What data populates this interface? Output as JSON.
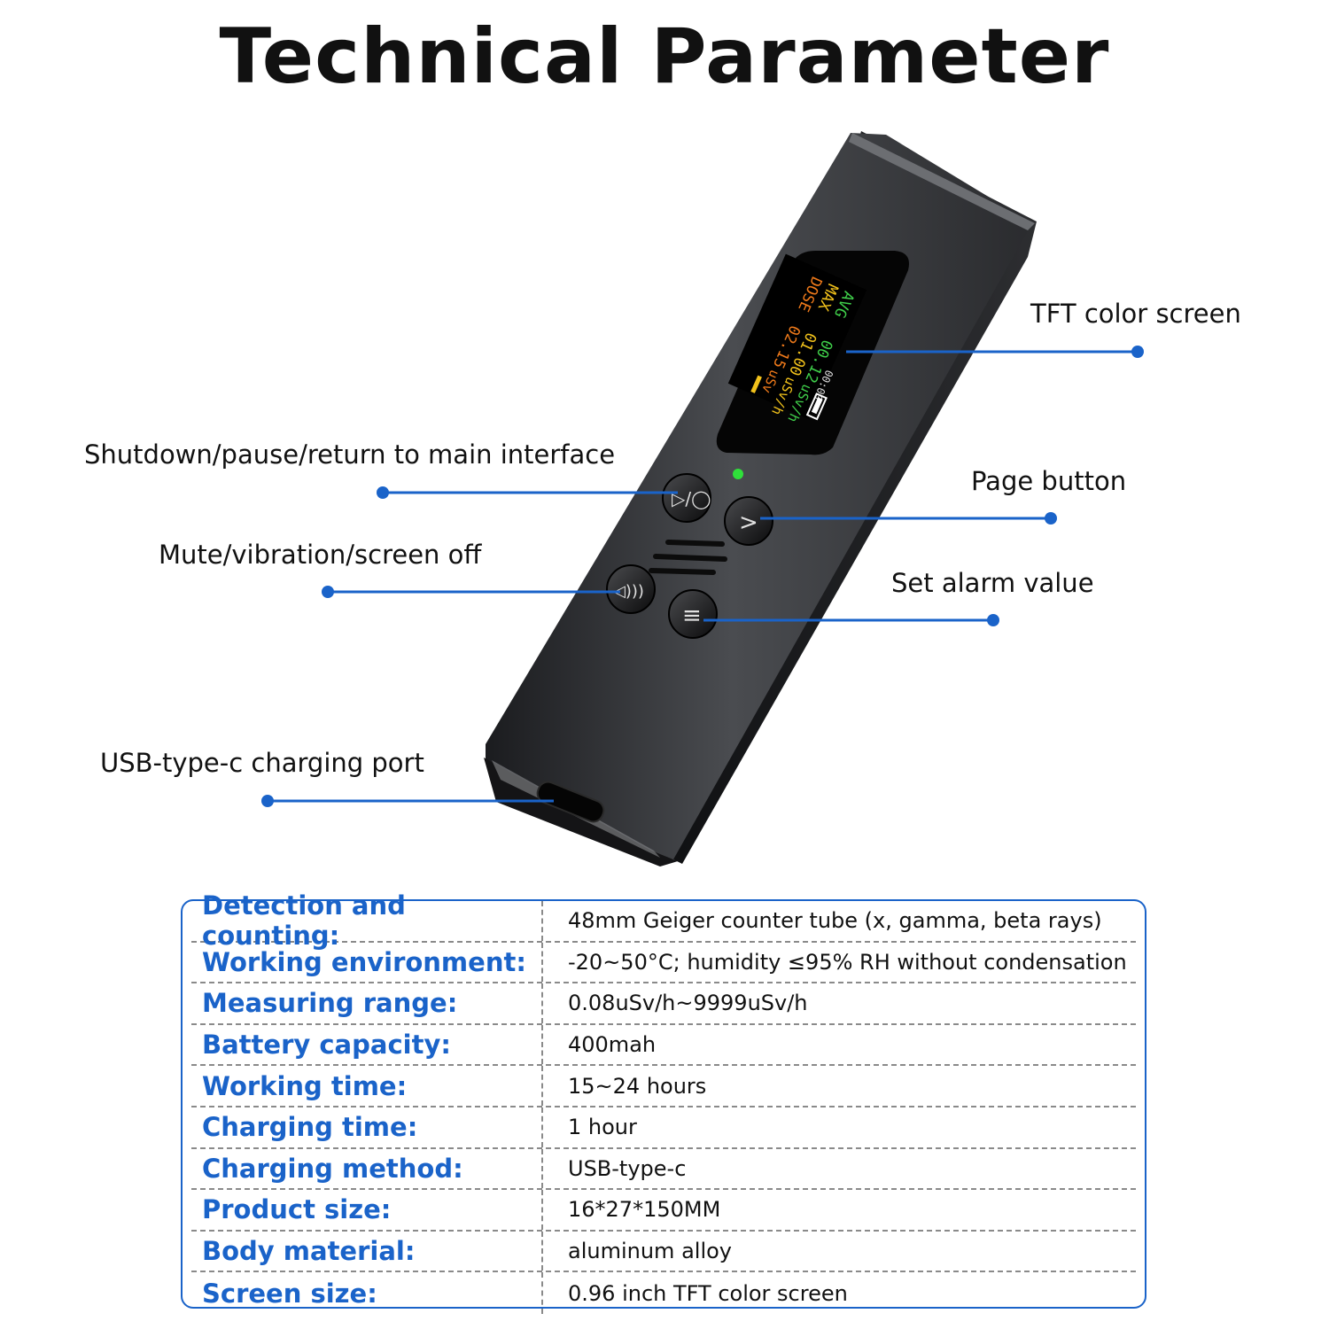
{
  "title": "Technical Parameter",
  "callouts": {
    "tft_screen": "TFT color screen",
    "shutdown": "Shutdown/pause/return to main interface",
    "page_button": "Page button",
    "mute": "Mute/vibration/screen off",
    "alarm": "Set alarm value",
    "usb": "USB-type-c charging port"
  },
  "device_screen": {
    "avg_label": "AVG",
    "avg_value": "00.12",
    "avg_unit": "uSv/h",
    "max_label": "MAX",
    "max_value": "01.00",
    "max_unit": "uSv/h",
    "dose_label": "DOSE",
    "dose_value": "02.15",
    "dose_unit": "uSv",
    "timer": "00:00"
  },
  "colors": {
    "accent": "#1a63c9",
    "avg": "#3fcf4a",
    "max": "#f2c21b",
    "dose": "#f07a1a",
    "led": "#2fe03a"
  },
  "specs": [
    {
      "label": "Detection and counting:",
      "value": "48mm Geiger counter tube (x, gamma, beta rays)"
    },
    {
      "label": "Working environment:",
      "value": "-20~50°C; humidity ≤95% RH without condensation"
    },
    {
      "label": "Measuring range:",
      "value": "0.08uSv/h~9999uSv/h"
    },
    {
      "label": "Battery capacity:",
      "value": "400mah"
    },
    {
      "label": "Working time:",
      "value": "15~24 hours"
    },
    {
      "label": "Charging time:",
      "value": "1 hour"
    },
    {
      "label": "Charging method:",
      "value": "USB-type-c"
    },
    {
      "label": "Product size:",
      "value": "16*27*150MM"
    },
    {
      "label": "Body material:",
      "value": "aluminum alloy"
    },
    {
      "label": "Screen size:",
      "value": "0.96 inch TFT color screen"
    }
  ]
}
